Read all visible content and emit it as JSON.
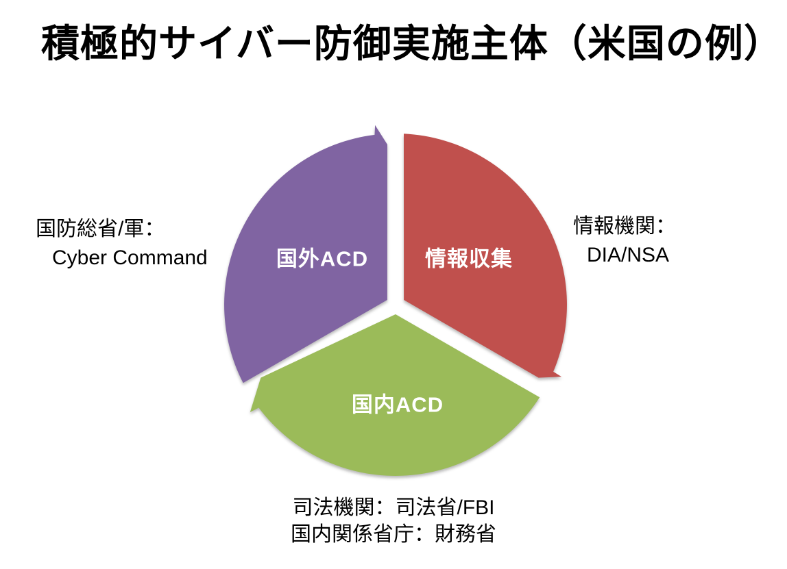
{
  "title": "積極的サイバー防御実施主体（米国の例）",
  "diagram": {
    "type": "cycle-arrows",
    "direction": "clockwise",
    "segments": [
      {
        "label": "国外ACD",
        "color": "#8064A2",
        "position": "top-left"
      },
      {
        "label": "情報収集",
        "color": "#C0504D",
        "position": "top-right"
      },
      {
        "label": "国内ACD",
        "color": "#9BBB59",
        "position": "bottom"
      }
    ],
    "annotations": [
      {
        "position": "left",
        "lines": [
          "国防総省/軍：",
          "Cyber Command"
        ]
      },
      {
        "position": "right",
        "lines": [
          "情報機関：",
          "DIA/NSA"
        ]
      },
      {
        "position": "bottom",
        "lines": [
          "司法機関：司法省/FBI",
          "国内関係省庁：財務省"
        ]
      }
    ]
  },
  "colors": {
    "background": "#FFFFFF",
    "text": "#000000",
    "segment_label_text": "#FFFFFF"
  }
}
